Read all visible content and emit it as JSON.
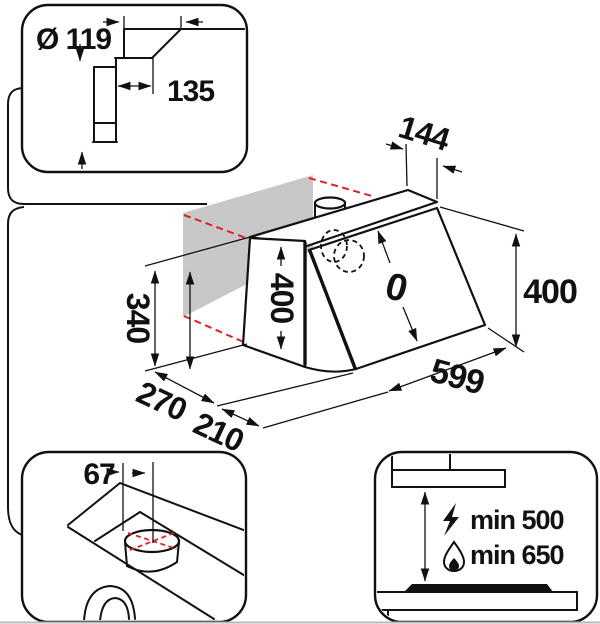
{
  "figure": {
    "type": "installation-diagram",
    "subject": "cooker-hood-dimensions"
  },
  "detail_top_left": {
    "diameter_label": "Ø 119",
    "offset_label": "135"
  },
  "main_view": {
    "top_depth_label": "144",
    "right_height_label": "400",
    "width_label": "599",
    "front_panel_label": "0",
    "left_height_label": "400",
    "back_height_label": "340",
    "bottom_depth_back_label": "270",
    "bottom_depth_front_label": "210"
  },
  "detail_bottom_left": {
    "outlet_offset_label": "67"
  },
  "detail_bottom_right": {
    "electric_min_label": "min 500",
    "gas_min_label": "min 650"
  },
  "icons": {
    "electric": "lightning-bolt-icon",
    "gas": "flame-icon"
  },
  "colors": {
    "line": "#111111",
    "panel_gray": "#c8c8c8",
    "dashed_red": "#e41e26",
    "baseline_gray": "#b9b9b9"
  }
}
